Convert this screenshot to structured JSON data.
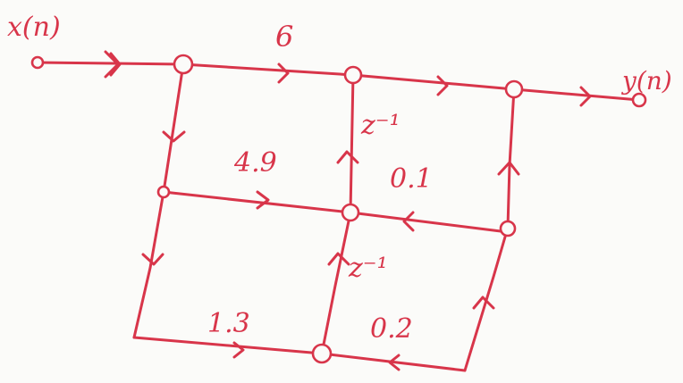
{
  "signals": {
    "input": "x(n)",
    "output": "y(n)"
  },
  "gains": {
    "top": "6",
    "middle_left": "4.9",
    "middle_right": "0.1",
    "bottom_left": "1.3",
    "bottom_right": "0.2"
  },
  "delays": {
    "upper": "z⁻¹",
    "lower": "z⁻¹"
  },
  "colors": {
    "ink": "#d8354a",
    "paper": "#fbfbf9"
  }
}
